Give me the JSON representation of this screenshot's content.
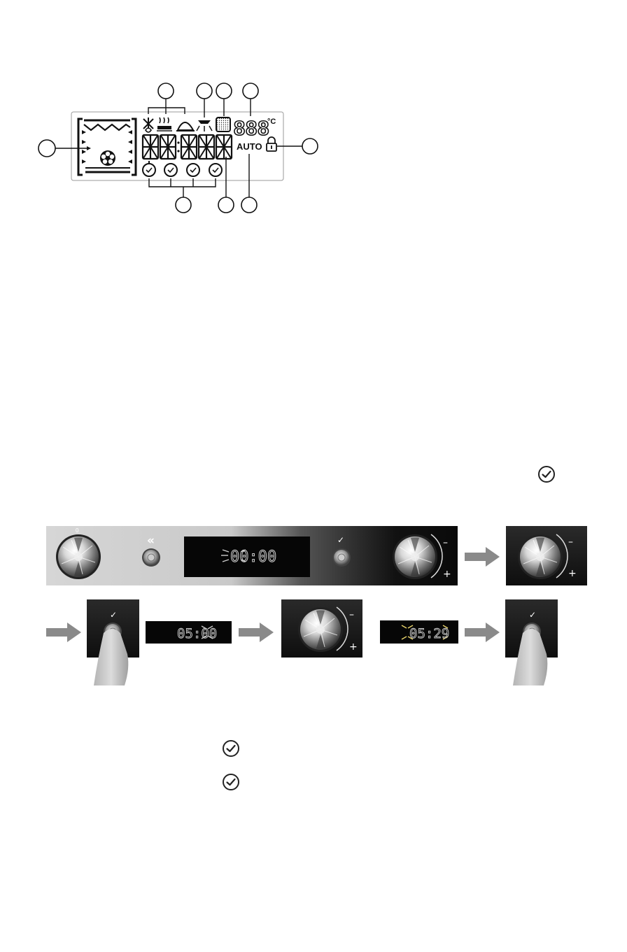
{
  "lcd_diagram": {
    "temp_digits": "888",
    "temp_unit": "°C",
    "auto_label": "AUTO",
    "callouts": [
      "",
      "",
      "",
      "",
      "",
      "",
      "",
      "",
      ""
    ]
  },
  "panel": {
    "knob_left_mark": "0",
    "back_button_glyph": "«",
    "confirm_button_glyph": "✓",
    "display_time": "00:00",
    "minus_glyph": "–",
    "plus_glyph": "+"
  },
  "sequence": {
    "confirm_glyph": "✓",
    "display_1": "05:00",
    "display_2": "05:29",
    "minus_glyph": "–",
    "plus_glyph": "+"
  },
  "colors": {
    "panel_light": "#e6e6e6",
    "panel_dark": "#111111",
    "display_bg": "#060606",
    "lcd_seg": "#bcbcbc",
    "arrow_gray": "#8a8a8a"
  }
}
